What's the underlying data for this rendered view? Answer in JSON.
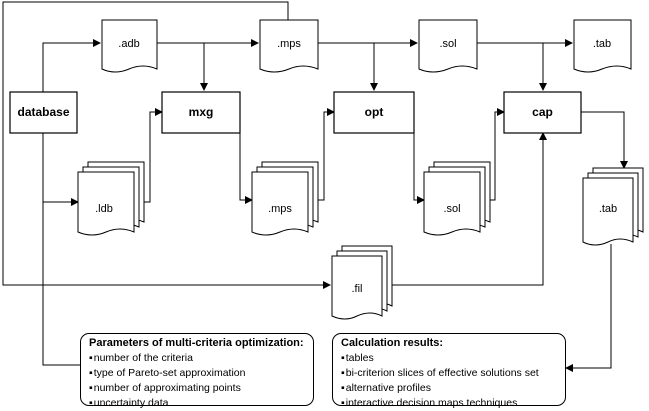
{
  "processes": {
    "database": "database",
    "mxg": "mxg",
    "opt": "opt",
    "cap": "cap"
  },
  "files": {
    "adb": ".adb",
    "mps_top": ".mps",
    "sol_top": ".sol",
    "tab_top": ".tab",
    "ldb": ".ldb",
    "mps_stack": ".mps",
    "sol_stack": ".sol",
    "tab_stack": ".tab",
    "fil": ".fil"
  },
  "params_panel": {
    "title": "Parameters of multi-criteria optimization:",
    "items": [
      "number of the criteria",
      "type of Pareto-set approximation",
      "number of approximating points",
      "uncertainty data"
    ]
  },
  "results_panel": {
    "title": "Calculation results:",
    "items": [
      "tables",
      "bi-criterion slices of effective solutions set",
      "alternative profiles",
      "interactive decision maps techniques"
    ]
  }
}
